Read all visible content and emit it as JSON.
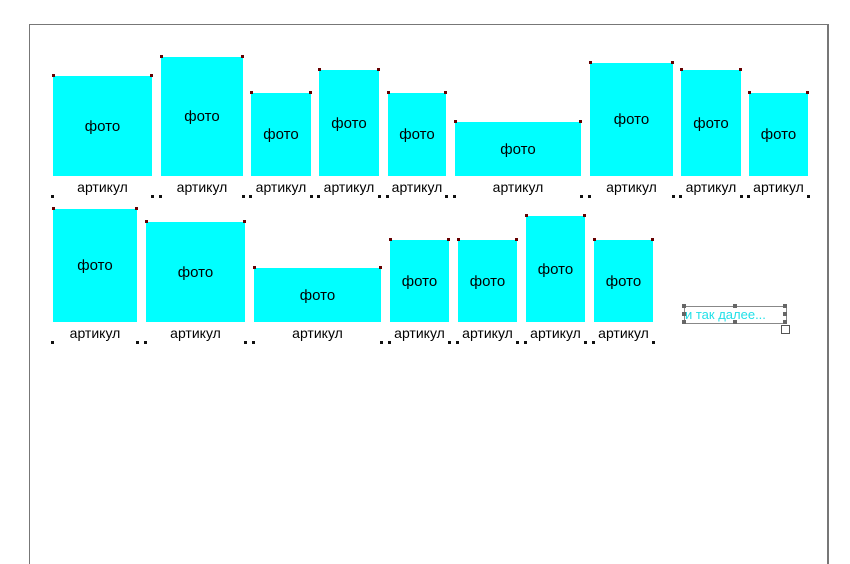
{
  "photo_label": "фото",
  "sku_label": "артикул",
  "more_text": "и так далее...",
  "colors": {
    "photo_fill": "#00ffff",
    "more_text": "#22e0e8"
  }
}
